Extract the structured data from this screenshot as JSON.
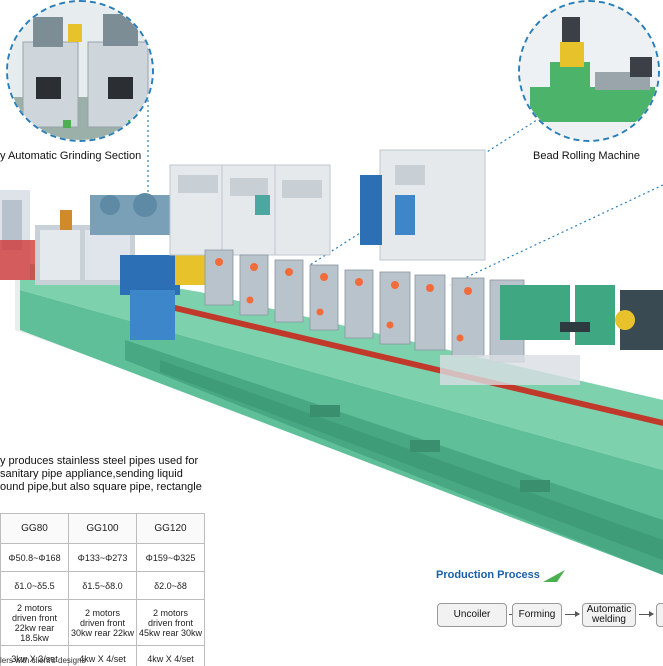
{
  "labels": {
    "grinding": "y Automatic Grinding Section",
    "bead": "Bead Rolling Machine"
  },
  "intro": [
    "y produces stainless steel pipes used for",
    " sanitary pipe appliance,sending liquid",
    "ound pipe,but also square pipe, rectangle"
  ],
  "spec_table": {
    "headers": [
      "GG80",
      "GG100",
      "GG120"
    ],
    "rows": [
      [
        "Φ50.8~Φ168",
        "Φ133~Φ273",
        "Φ159~Φ325"
      ],
      [
        "δ1.0~δ5.5",
        "δ1.5~δ8.0",
        "δ2.0~δ8"
      ],
      [
        "2 motors\ndriven front\n22kw rear 18.5kw",
        "2 motors\ndriven front\n30kw rear 22kw",
        "2 motors\ndriven front\n45kw rear 30kw"
      ],
      [
        "3kw X 3/set",
        "4kw X 4/set",
        "4kw X 4/set"
      ]
    ]
  },
  "note": "lers with client's designs",
  "process": {
    "title": "Production Process",
    "steps": [
      "Uncoiler",
      "Forming",
      "Automatic\nwelding",
      ""
    ]
  },
  "colors": {
    "machine_green": "#5fbf98",
    "machine_dark": "#3f9c78",
    "accent_blue": "#1a5fa8",
    "dashed_blue": "#2a7fb8",
    "red_stripe": "#c0392b",
    "chevron_green": "#4caf50"
  }
}
